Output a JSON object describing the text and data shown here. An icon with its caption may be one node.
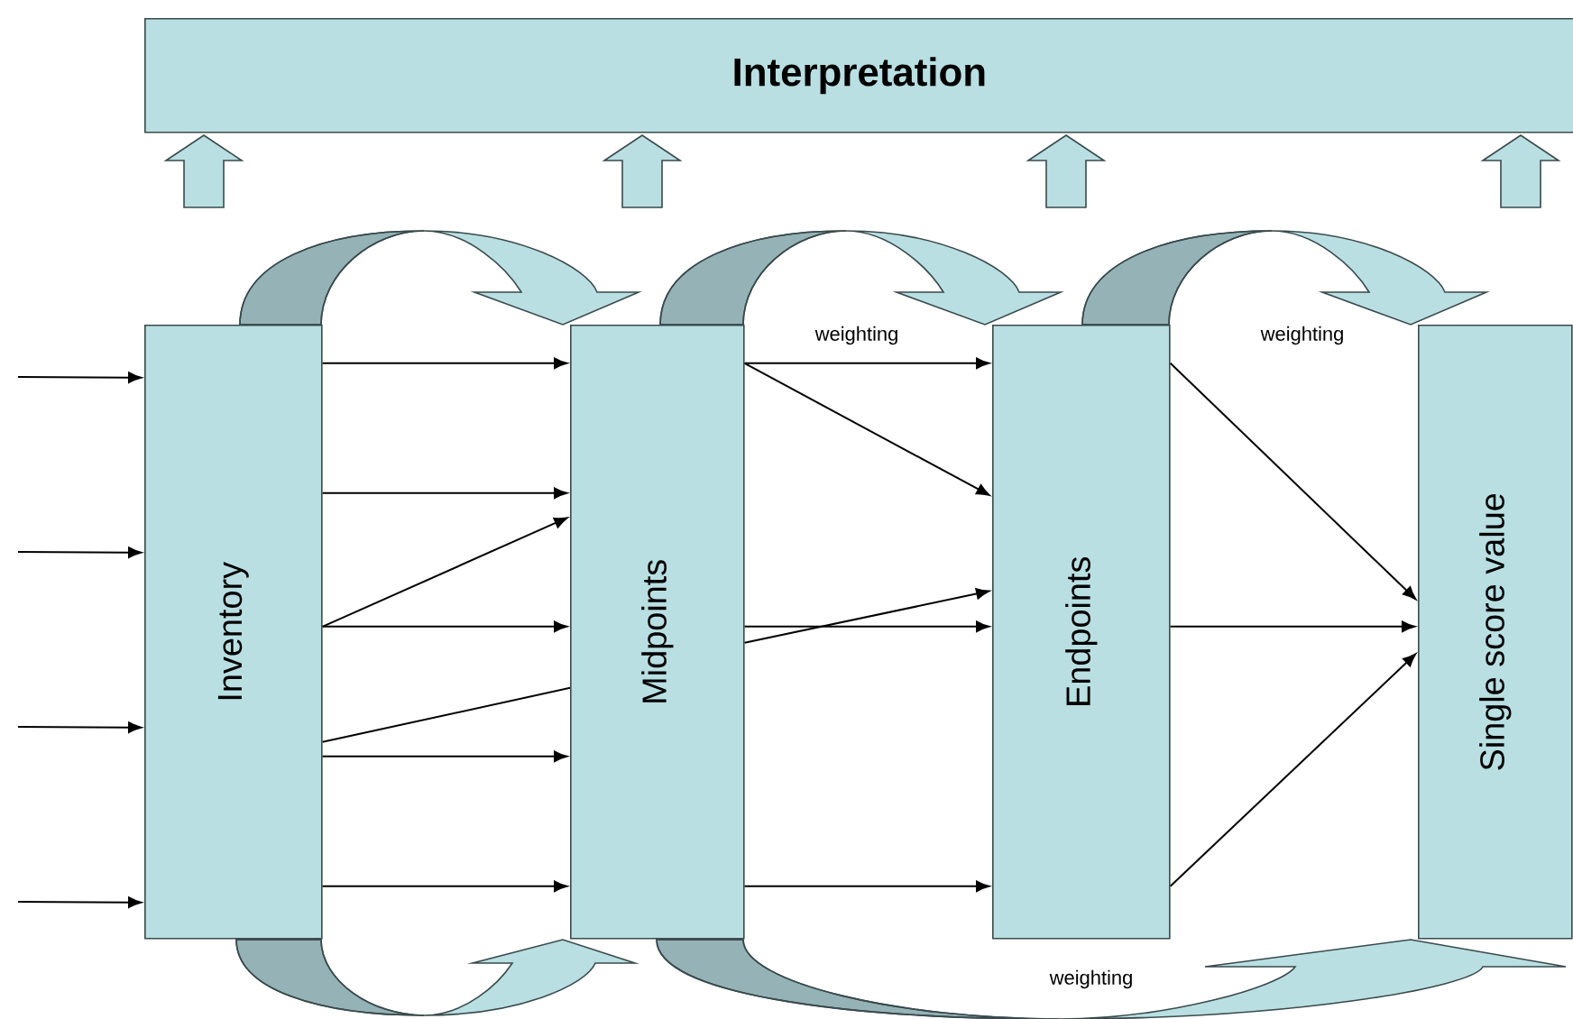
{
  "diagram": {
    "nodes": [
      {
        "text": [
          "Interpretation"
        ]
      },
      {
        "text": [
          "Inventory"
        ]
      },
      {
        "text": [
          "Midpoints"
        ]
      },
      {
        "text": [
          "Endpoints"
        ]
      },
      {
        "text": [
          "Single score value"
        ]
      }
    ],
    "edges": [
      {
        "from": null,
        "to": 0,
        "arrow": "to"
      },
      {
        "from": null,
        "to": 0,
        "arrow": "to"
      },
      {
        "from": null,
        "to": 0,
        "arrow": "to"
      },
      {
        "from": null,
        "to": 0,
        "arrow": "to"
      },
      {
        "from": 1,
        "to": 2,
        "arrow": "to"
      },
      {
        "from": 2,
        "to": 3,
        "arrow": "to"
      },
      {
        "from": 3,
        "to": 4,
        "arrow": "to"
      },
      {
        "from": 1,
        "to": 2,
        "arrow": "to"
      },
      {
        "from": 2,
        "to": 4,
        "arrow": "to"
      },
      {
        "from": null,
        "to": 1,
        "arrow": "to"
      },
      {
        "from": null,
        "to": 1,
        "arrow": "to"
      },
      {
        "from": null,
        "to": 1,
        "arrow": "to"
      },
      {
        "from": null,
        "to": 1,
        "arrow": "to"
      },
      {
        "from": 1,
        "to": 2,
        "arrow": "to"
      },
      {
        "from": 1,
        "to": 2,
        "arrow": "to"
      },
      {
        "from": 1,
        "to": 2,
        "arrow": "to"
      },
      {
        "from": 1,
        "to": 2,
        "arrow": "to"
      },
      {
        "from": 1,
        "to": 2,
        "arrow": "to"
      },
      {
        "from": 1,
        "to": 2,
        "arrow": "to"
      },
      {
        "from": 1,
        "to": 2,
        "arrow": "none"
      },
      {
        "from": 2,
        "to": 3,
        "arrow": "to"
      },
      {
        "from": 2,
        "to": 3,
        "arrow": "to"
      },
      {
        "from": 2,
        "to": 3,
        "arrow": "to"
      },
      {
        "from": 2,
        "to": 3,
        "arrow": "to"
      },
      {
        "from": 2,
        "to": 3,
        "arrow": "to"
      },
      {
        "from": 3,
        "to": 4,
        "arrow": "to"
      },
      {
        "from": 3,
        "to": 4,
        "arrow": "to"
      },
      {
        "from": 3,
        "to": 4,
        "arrow": "to"
      }
    ],
    "labels": [
      "weighting",
      "weighting",
      "weighting"
    ]
  }
}
